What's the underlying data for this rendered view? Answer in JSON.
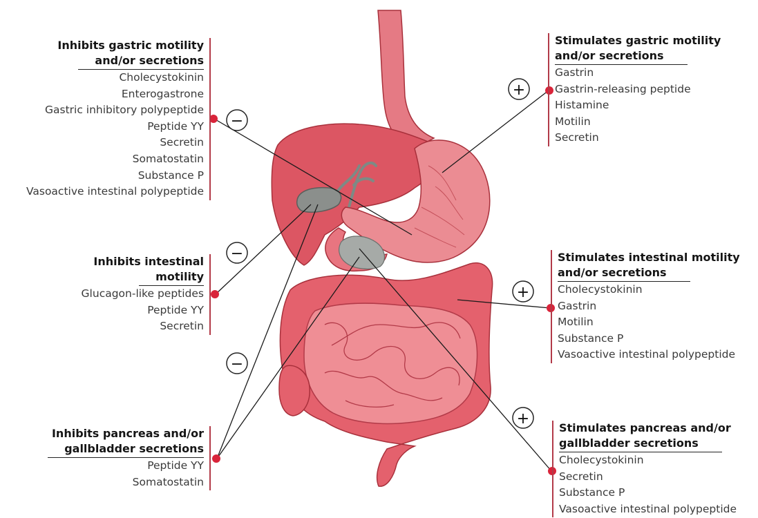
{
  "colors": {
    "organ_fill": "#e0606c",
    "organ_light": "#f2a3a8",
    "organ_dark": "#b8343f",
    "gallbladder": "#8b8f8c",
    "marker": "#d9243a",
    "line": "#1a1a1a"
  },
  "groups": {
    "gastric_inhibit": {
      "sign": "−",
      "heading_line1": "Inhibits gastric motility",
      "heading_line2": "and/or secretions",
      "items": [
        "Cholecystokinin",
        "Enterogastrone",
        "Gastric inhibitory polypeptide",
        "Peptide YY",
        "Secretin",
        "Somatostatin",
        "Substance P",
        "Vasoactive intestinal polypeptide"
      ]
    },
    "intestinal_inhibit": {
      "sign": "−",
      "heading_line1": "Inhibits intestinal",
      "heading_line2": "motility",
      "items": [
        "Glucagon-like peptides",
        "Peptide YY",
        "Secretin"
      ]
    },
    "pancreas_inhibit": {
      "sign": "−",
      "heading_line1": "Inhibits pancreas and/or",
      "heading_line2": "gallbladder secretions",
      "items": [
        "Peptide YY",
        "Somatostatin"
      ]
    },
    "gastric_stimulate": {
      "sign": "+",
      "heading_line1": "Stimulates gastric motility",
      "heading_line2": "and/or secretions",
      "items": [
        "Gastrin",
        "Gastrin-releasing peptide",
        "Histamine",
        "Motilin",
        "Secretin"
      ]
    },
    "intestinal_stimulate": {
      "sign": "+",
      "heading_line1": "Stimulates intestinal motility",
      "heading_line2": "and/or secretions",
      "items": [
        "Cholecystokinin",
        "Gastrin",
        "Motilin",
        "Substance P",
        "Vasoactive intestinal polypeptide"
      ]
    },
    "pancreas_stimulate": {
      "sign": "+",
      "heading_line1": "Stimulates pancreas and/or",
      "heading_line2": "gallbladder secretions",
      "items": [
        "Cholecystokinin",
        "Secretin",
        "Substance P",
        "Vasoactive intestinal polypeptide"
      ]
    }
  }
}
